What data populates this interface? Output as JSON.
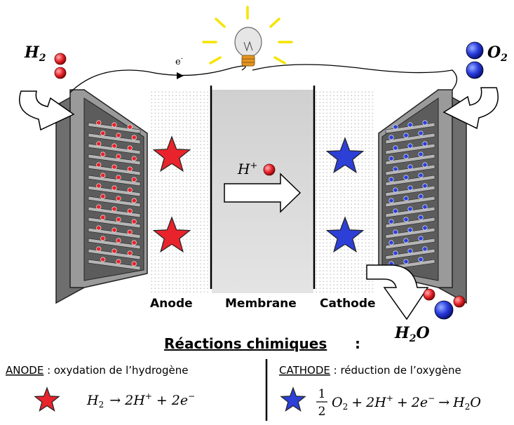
{
  "labels": {
    "h2": "H",
    "h2_sub": "2",
    "o2": "O",
    "o2_sub": "2",
    "electron": "e",
    "electron_sup": "-",
    "proton": "H",
    "proton_sup": "+",
    "anode": "Anode",
    "membrane": "Membrane",
    "cathode": "Cathode",
    "water": "H",
    "water_sub": "2",
    "water_o": "O"
  },
  "reactions": {
    "title": "Réactions chimiques",
    "title_colon": ":",
    "anode": {
      "name": "ANODE",
      "desc": " : oxydation de l’hydrogène",
      "eq_lhs": "H",
      "eq_lhs_sub": "2",
      "eq_arrow": "→",
      "eq_rhs_1": "2H",
      "eq_rhs_1_sup": "+",
      "eq_plus": "+",
      "eq_rhs_2": "2e",
      "eq_rhs_2_sup": "−"
    },
    "cathode": {
      "name": "CATHODE",
      "desc": " : réduction de l’oxygène",
      "frac_num": "1",
      "frac_den": "2",
      "eq_o": "O",
      "eq_o_sub": "2",
      "eq_plus1": "+",
      "eq_h": "2H",
      "eq_h_sup": "+",
      "eq_plus2": "+",
      "eq_e": "2e",
      "eq_e_sup": "−",
      "eq_arrow": "→",
      "eq_prod": "H",
      "eq_prod_sub": "2",
      "eq_prod_o": "O"
    }
  },
  "colors": {
    "hydrogen": "#e8232b",
    "oxygen": "#2b3fe0",
    "star_red": "#e8232b",
    "star_blue": "#2c3fd6",
    "membrane": "#d8d8d8",
    "plate_gray": "#8a8a8a",
    "bulb_glow": "#f5e400"
  }
}
